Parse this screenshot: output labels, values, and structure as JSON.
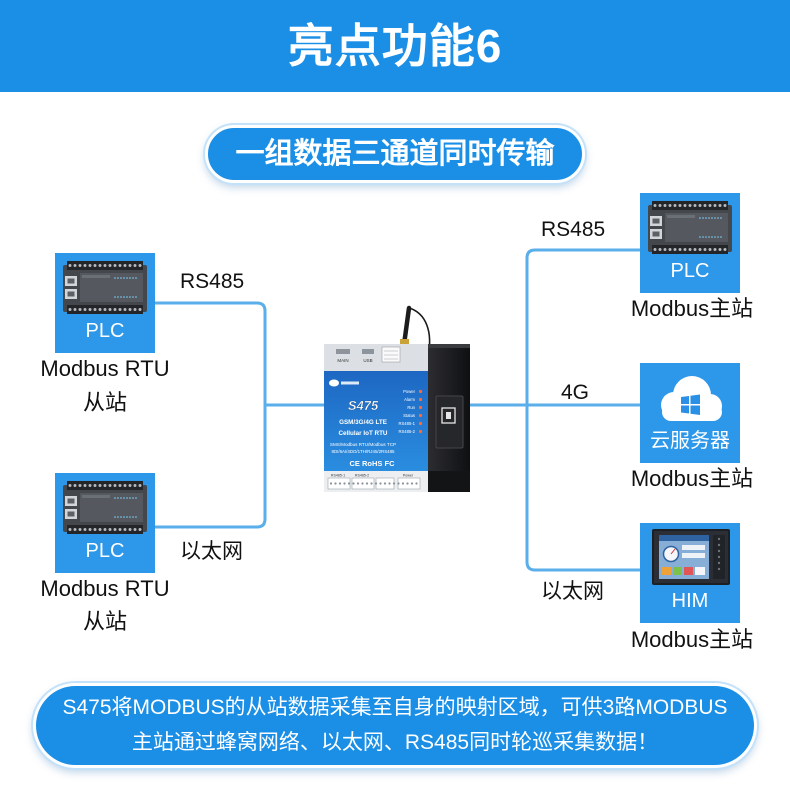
{
  "header": {
    "title": "亮点功能6"
  },
  "subtitle": {
    "text": "一组数据三通道同时传输"
  },
  "left": {
    "devices": [
      {
        "icon": "plc-icon",
        "label": "PLC",
        "caption": [
          "Modbus RTU",
          "从站"
        ],
        "link": "RS485"
      },
      {
        "icon": "plc-icon",
        "label": "PLC",
        "caption": [
          "Modbus RTU",
          "从站"
        ],
        "link": "以太网"
      }
    ]
  },
  "gateway": {
    "icon": "gateway-device-icon",
    "model": "S475",
    "top_ports": [
      "MAIN",
      "USB"
    ],
    "spec_lines": [
      "GSM/3G/4G LTE",
      "Cellular IoT RTU",
      "SMS/Modbus RTU/Modbus TCP",
      "8DI/6AI/4DO/1TH/RJ45/2RS485"
    ],
    "certifications": "CE RoHS FC",
    "leds": [
      "Power",
      "Alarm",
      "Run",
      "Status",
      "RS485-1",
      "RS485-2"
    ],
    "terminals": [
      "RS485-1",
      "RS485-2",
      "Power"
    ]
  },
  "right": {
    "devices": [
      {
        "icon": "plc-icon",
        "label": "PLC",
        "caption": "Modbus主站",
        "link": "RS485"
      },
      {
        "icon": "cloud-server-icon",
        "label": "云服务器",
        "caption": "Modbus主站",
        "link": "4G"
      },
      {
        "icon": "hmi-panel-icon",
        "label": "HIM",
        "caption": "Modbus主站",
        "link": "以太网"
      }
    ]
  },
  "footer": {
    "lines": [
      "S475将MODBUS的从站数据采集至自身的映射区域，可供3路MODBUS",
      "主站通过蜂窝网络、以太网、RS485同时轮巡采集数据！"
    ]
  },
  "colors": {
    "primary": "#1b8fe6",
    "node": "#2d97ea",
    "connector": "#5aaeea",
    "led": "#ff6a3d",
    "text": "#111111"
  }
}
